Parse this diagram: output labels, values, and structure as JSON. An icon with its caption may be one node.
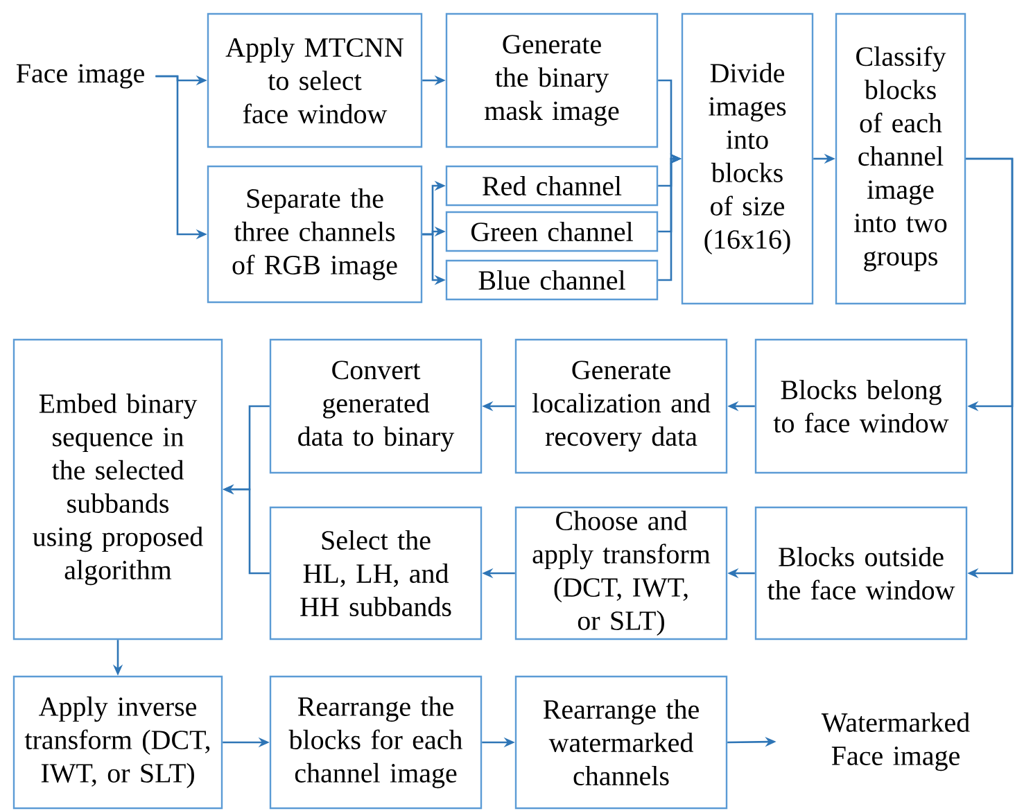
{
  "diagram": {
    "nodes": [
      {
        "text": [
          "Face image"
        ]
      },
      {
        "text": [
          "Apply MTCNN to select face window"
        ]
      },
      {
        "text": [
          "Generate the binary mask image"
        ]
      },
      {
        "text": [
          "Separate the three channels of RGB image"
        ]
      },
      {
        "text": [
          "Red channel"
        ]
      },
      {
        "text": [
          "Green channel"
        ]
      },
      {
        "text": [
          "Blue channel"
        ]
      },
      {
        "text": [
          "Divide images into blocks of size (16x16)"
        ]
      },
      {
        "text": [
          "Classify blocks of each channel image into two groups"
        ]
      },
      {
        "text": [
          "Blocks belong to face window"
        ]
      },
      {
        "text": [
          "Generate localization and recovery data"
        ]
      },
      {
        "text": [
          "Convert generated data to binary"
        ]
      },
      {
        "text": [
          "Blocks outside the face window"
        ]
      },
      {
        "text": [
          "Choose and apply transform (DCT, IWT, or SLT)"
        ]
      },
      {
        "text": [
          "Select the HL, LH, and HH subbands"
        ]
      },
      {
        "text": [
          "Embed binary sequence in the selected subbands using proposed algorithm"
        ]
      },
      {
        "text": [
          "Apply inverse transform (DCT, IWT, or SLT)"
        ]
      },
      {
        "text": [
          "Rearrange the blocks for each channel image"
        ]
      },
      {
        "text": [
          "Rearrange the watermarked channels"
        ]
      },
      {
        "text": [
          "Watermarked Face image"
        ]
      }
    ],
    "edges": [
      {
        "from": 0,
        "to": 1,
        "arrow": "to"
      },
      {
        "from": 0,
        "to": 3,
        "arrow": "to"
      },
      {
        "from": 1,
        "to": 2,
        "arrow": "to"
      },
      {
        "from": 3,
        "to": 4,
        "arrow": "to"
      },
      {
        "from": 3,
        "to": 5,
        "arrow": "to"
      },
      {
        "from": 3,
        "to": 6,
        "arrow": "to"
      },
      {
        "from": 2,
        "to": 7,
        "arrow": "to"
      },
      {
        "from": 4,
        "to": 7,
        "arrow": "to"
      },
      {
        "from": 5,
        "to": 7,
        "arrow": "to"
      },
      {
        "from": 6,
        "to": 7,
        "arrow": "to"
      },
      {
        "from": 7,
        "to": 8,
        "arrow": "to"
      },
      {
        "from": 8,
        "to": 9,
        "arrow": "to"
      },
      {
        "from": 8,
        "to": 12,
        "arrow": "to"
      },
      {
        "from": 9,
        "to": 10,
        "arrow": "to"
      },
      {
        "from": 10,
        "to": 11,
        "arrow": "to"
      },
      {
        "from": 11,
        "to": 15,
        "arrow": "to"
      },
      {
        "from": 14,
        "to": 15,
        "arrow": "to"
      },
      {
        "from": 12,
        "to": 13,
        "arrow": "to"
      },
      {
        "from": 13,
        "to": 14,
        "arrow": "to"
      },
      {
        "from": 15,
        "to": 16,
        "arrow": "to"
      },
      {
        "from": 16,
        "to": 17,
        "arrow": "to"
      },
      {
        "from": 17,
        "to": 18,
        "arrow": "to"
      },
      {
        "from": 18,
        "to": 19,
        "arrow": "to"
      }
    ]
  }
}
